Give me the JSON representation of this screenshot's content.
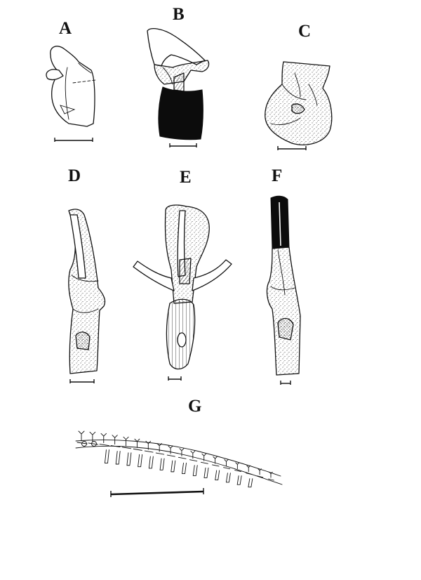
{
  "panels": {
    "a": "A",
    "b": "B",
    "c": "C",
    "d": "D",
    "e": "E",
    "f": "F",
    "g": "G"
  },
  "colors": {
    "ink": "#111111",
    "background": "#ffffff"
  }
}
